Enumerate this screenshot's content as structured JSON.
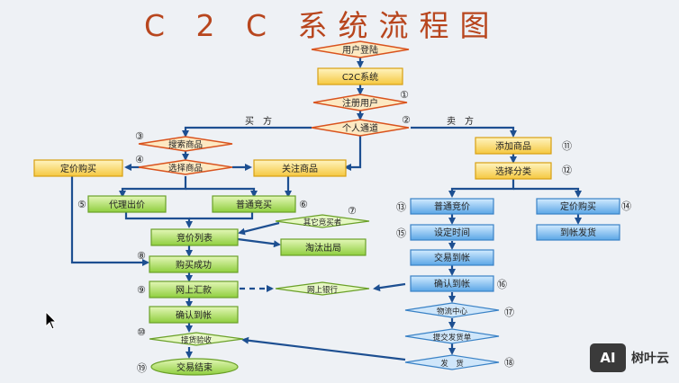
{
  "title": "C 2 C 系统流程图",
  "branch_labels": {
    "buy": "买　方",
    "sell": "卖　方"
  },
  "nodes": {
    "login": "用户登陆",
    "c2c_system": "C2C系统",
    "register": "注册用户",
    "personal_channel": "个人通道",
    "search_goods": "搜索商品",
    "select_goods": "选择商品",
    "fixed_price_buy_left": "定价购买",
    "follow_goods": "关注商品",
    "proxy_bid": "代理出价",
    "normal_bid_left": "普通竞买",
    "other_bidders": "其它竞买者",
    "bid_list": "竞价列表",
    "eliminated": "淘汰出局",
    "purchase_success": "购买成功",
    "online_remit": "网上汇款",
    "online_bank": "网上银行",
    "confirm_receipt_left": "确认到帐",
    "receive_inspect": "接货验收",
    "trade_end": "交易结束",
    "add_goods": "添加商品",
    "select_category": "选择分类",
    "normal_bid_right": "普通竞价",
    "fixed_price_buy_right": "定价购买",
    "set_time": "设定时间",
    "ship_on_receipt": "到帐发货",
    "trade_to_account": "交易到帐",
    "confirm_receipt_right": "确认到帐",
    "logistics_center": "物流中心",
    "submit_shipping": "提交发货单",
    "ship": "发　货"
  },
  "step_numbers": [
    "①",
    "②",
    "③",
    "④",
    "⑤",
    "⑥",
    "⑦",
    "⑧",
    "⑨",
    "⑩",
    "⑪",
    "⑫",
    "⑬",
    "⑭",
    "⑮",
    "⑯",
    "⑰",
    "⑱",
    "⑲"
  ],
  "watermark": {
    "badge": "AI",
    "text": "树叶云"
  },
  "colors": {
    "title": "#b8461e",
    "diamond_fill": "#fde9c2",
    "diamond_stroke": "#d9531e",
    "yellow_box": "#ffe48a",
    "yellow_box_stroke": "#d8a012",
    "green_box": "#b6e26a",
    "green_box_stroke": "#6aa028",
    "blue_box": "#8cc4ef",
    "blue_box_stroke": "#3a82c6",
    "arrow": "#1d4f91"
  }
}
